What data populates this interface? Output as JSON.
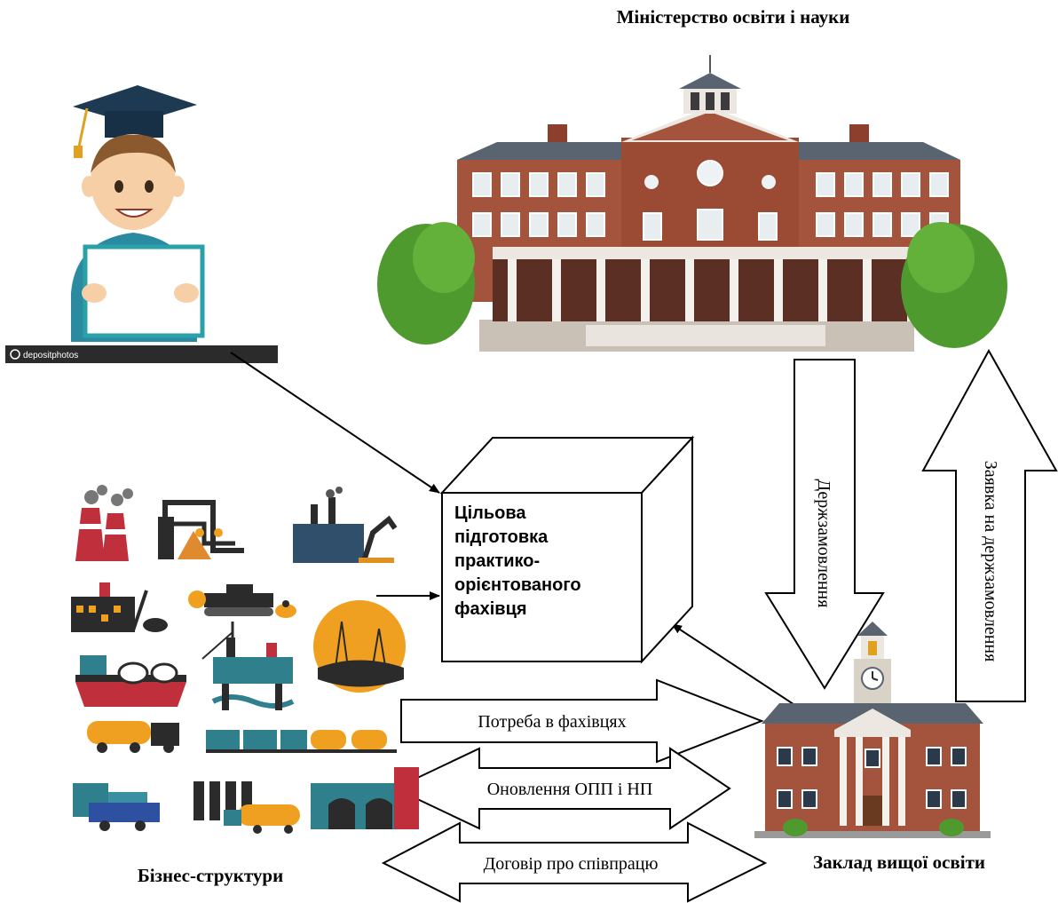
{
  "labels": {
    "ministry": "Міністерство освіти і науки",
    "business": "Бізнес-структури",
    "university": "Заклад вищої освіти",
    "state_order": "Держзамовлення",
    "state_order_request": "Заявка на держзамовлення",
    "need_specialists": "Потреба в фахівцях",
    "update_programs": "Оновлення ОПП і НП",
    "cooperation_agreement": "Договір про співпрацю"
  },
  "center_box": {
    "lines": [
      "Цільова",
      "підготовка",
      "практико-",
      "орієнтованого",
      "фахівця"
    ]
  },
  "watermark": {
    "brand": "depositphotos"
  },
  "colors": {
    "brick": "#a4543c",
    "roof": "#5a6470",
    "tree": "#4f9a2e",
    "cap": "#1e3a52",
    "industry_red": "#c0303c",
    "industry_orange": "#f0a020",
    "industry_dark": "#2b2b2b",
    "industry_teal": "#2f7f8c"
  },
  "icons": [
    "graduate-icon",
    "ministry-building-icon",
    "university-building-icon",
    "industry-icons"
  ]
}
